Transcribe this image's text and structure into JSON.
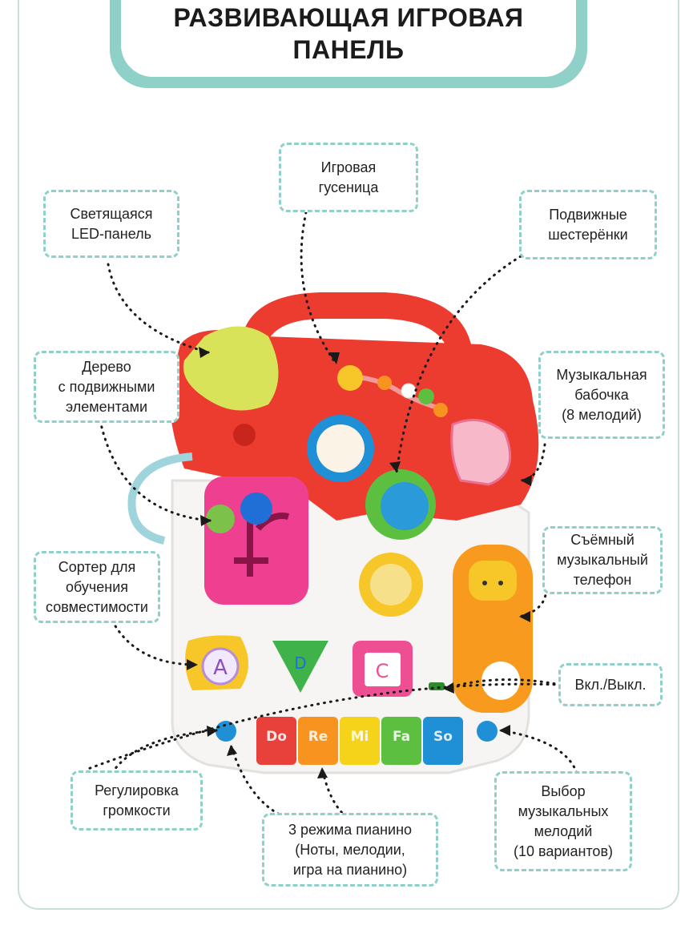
{
  "title": "РАЗВИВАЮЩАЯ ИГРОВАЯ ПАНЕЛЬ",
  "callouts": {
    "led_panel": "Светящаяся\nLED-панель",
    "caterpillar": "Игровая\nгусеница",
    "gears": "Подвижные\nшестерёнки",
    "tree": "Дерево\nс подвижными\nэлементами",
    "butterfly": "Музыкальная\nбабочка\n(8 мелодий)",
    "phone": "Съёмный\nмузыкальный\nтелефон",
    "sorter": "Сортер для\nобучения\nсовместимости",
    "power": "Вкл./Выкл.",
    "volume": "Регулировка\nгромкости",
    "piano_modes": "3 режима пианино\n(Ноты, мелодии,\nигра на пианино)",
    "melody_select": "Выбор\nмузыкальных\nмелодий\n(10 вариантов)"
  },
  "piano_keys": [
    "Do",
    "Re",
    "Mi",
    "Fa",
    "So"
  ],
  "sorter_letters": [
    "A",
    "D",
    "C"
  ],
  "colors": {
    "accent_teal": "#8fd0c9",
    "toy_red": "#ec3b2f",
    "key_red": "#e8403a",
    "key_orange": "#f7931e",
    "key_yellow": "#f5d31b",
    "key_green": "#5cbf3f",
    "key_blue": "#1f8fd6"
  }
}
